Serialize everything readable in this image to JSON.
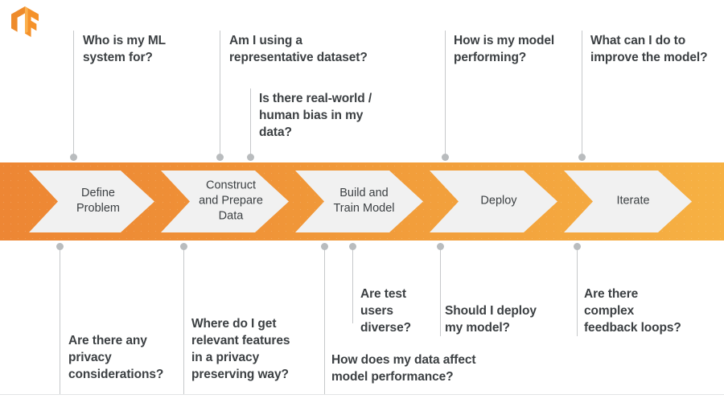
{
  "logo": {
    "name": "tensorflow-logo",
    "colors": {
      "light": "#f9a03c",
      "dark": "#ed8b2b",
      "mid": "#f5922a"
    }
  },
  "theme": {
    "band_left": "#ed8634",
    "band_right": "#f6b143",
    "chevron_fill": "#f1f1f1",
    "text": "#3c4043",
    "connector": "#c6c8ca",
    "dot": "#b9bcbe"
  },
  "pipeline": {
    "name": "ml-lifecycle-band",
    "stages": [
      {
        "id": "define-problem",
        "label": "Define\nProblem"
      },
      {
        "id": "construct-prepare-data",
        "label": "Construct\nand Prepare\nData"
      },
      {
        "id": "build-train-model",
        "label": "Build and\nTrain Model"
      },
      {
        "id": "deploy",
        "label": "Deploy"
      },
      {
        "id": "iterate",
        "label": "Iterate"
      }
    ]
  },
  "questions_above": [
    {
      "id": "who-is-my-ml-system-for",
      "text": "Who is my ML\nsystem for?",
      "stage": "define-problem"
    },
    {
      "id": "representative-dataset",
      "text": "Am I using a\nrepresentative dataset?",
      "stage": "construct-prepare-data"
    },
    {
      "id": "real-world-human-bias",
      "text": "Is there real-world /\nhuman bias in my\ndata?",
      "stage": "construct-prepare-data"
    },
    {
      "id": "how-is-my-model-performing",
      "text": "How is my model\nperforming?",
      "stage": "deploy"
    },
    {
      "id": "improve-the-model",
      "text": "What can I do to\nimprove the model?",
      "stage": "iterate"
    }
  ],
  "questions_below": [
    {
      "id": "privacy-considerations",
      "text": "Are there any\nprivacy\nconsiderations?",
      "stage": "define-problem"
    },
    {
      "id": "relevant-features-privacy",
      "text": "Where do I get\nrelevant features\nin a privacy\npreserving way?",
      "stage": "construct-prepare-data"
    },
    {
      "id": "are-test-users-diverse",
      "text": "Are test\nusers\ndiverse?",
      "stage": "build-train-model"
    },
    {
      "id": "data-affect-model-performance",
      "text": "How does my data affect\nmodel performance?",
      "stage": "build-train-model"
    },
    {
      "id": "should-i-deploy-my-model",
      "text": "Should I deploy\nmy model?",
      "stage": "deploy"
    },
    {
      "id": "complex-feedback-loops",
      "text": "Are there\ncomplex\nfeedback loops?",
      "stage": "iterate"
    }
  ]
}
